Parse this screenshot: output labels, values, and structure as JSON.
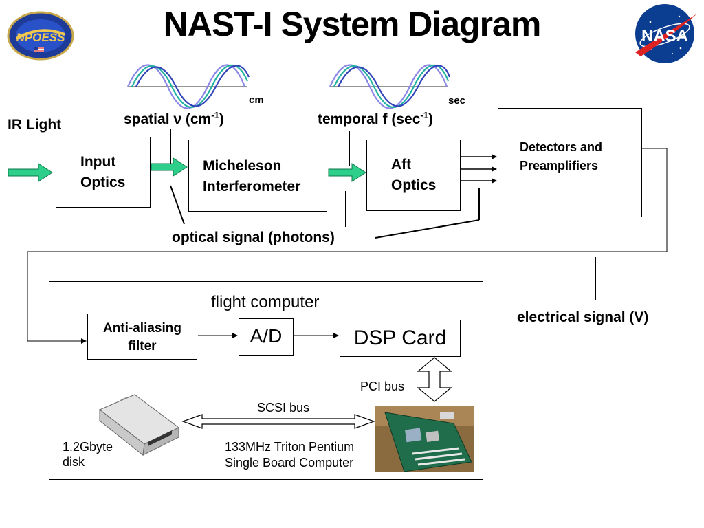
{
  "title": "NAST-I System Diagram",
  "logos": {
    "left": "npoess-logo",
    "right": "nasa-logo",
    "right_text": "NASA"
  },
  "waves": {
    "spatial_unit": "cm",
    "temporal_unit": "sec"
  },
  "labels": {
    "ir_light": "IR Light",
    "spatial": "spatial ν (cm",
    "spatial_sup": "-1",
    "spatial_close": ")",
    "temporal": "temporal f (sec",
    "temporal_sup": "-1",
    "temporal_close": ")",
    "optical_signal": "optical signal (photons)",
    "electrical_signal": "electrical signal (V)"
  },
  "blocks": {
    "input_optics_1": "Input",
    "input_optics_2": "Optics",
    "interferometer_1": "Micheleson",
    "interferometer_2": "Interferometer",
    "aft_optics_1": "Aft",
    "aft_optics_2": "Optics",
    "detectors_1": "Detectors and",
    "detectors_2": "Preamplifiers"
  },
  "flight_computer": {
    "title": "flight computer",
    "anti_aliasing_1": "Anti-aliasing",
    "anti_aliasing_2": "filter",
    "ad": "A/D",
    "dsp": "DSP Card",
    "pci_bus": "PCI bus",
    "scsi_bus": "SCSI bus",
    "disk_1": "1.2Gbyte",
    "disk_2": "disk",
    "board_1": "133MHz Triton Pentium",
    "board_2": "Single Board Computer"
  },
  "colors": {
    "arrow_green": "#2ecf8a",
    "wave_blue": "#3344bb",
    "wave_teal": "#22b3a0",
    "wave_violet": "#8c86e6"
  }
}
